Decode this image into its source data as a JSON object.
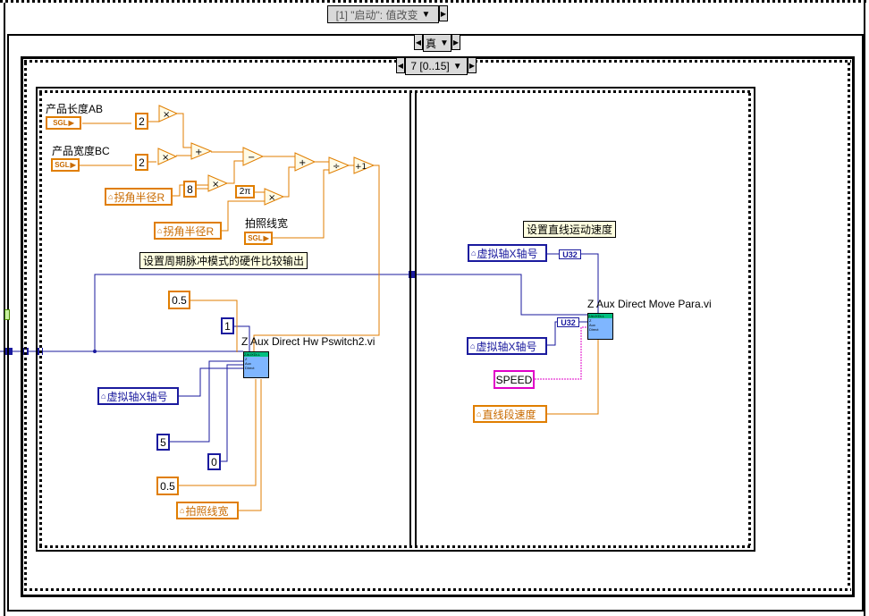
{
  "event_structure": {
    "selector_label": "[1] \"启动\": 值改变"
  },
  "case_structure": {
    "selector_label": "真"
  },
  "sequence": {
    "selector_label": "7 [0..15]"
  },
  "left_frame": {
    "control_length": {
      "label": "产品长度AB",
      "type": "SGL"
    },
    "control_width": {
      "label": "产品宽度BC",
      "type": "SGL"
    },
    "control_photo_width": {
      "label": "拍照线宽",
      "type": "SGL"
    },
    "const_2a": "2",
    "const_2b": "2",
    "const_8": "8",
    "const_2pi": "2π",
    "local_var_radius1": "拐角半径R",
    "local_var_radius2": "拐角半径R",
    "ops": {
      "mul": "×",
      "add": "+",
      "sub": "−",
      "div": "÷",
      "inc": "+1"
    },
    "comment": "设置周期脉冲模式的硬件比较输出",
    "subvi": {
      "label": "Z Aux Direct Hw Pswitch2.vi",
      "icon_line1": "ZAUXDLL",
      "icon_line2": "Z",
      "icon_line3": "Aux",
      "icon_line4": "Direct"
    },
    "const_05a": "0.5",
    "const_1": "1",
    "const_5": "5",
    "const_0": "0",
    "const_05b": "0.5",
    "local_var_axis": "虚拟轴X轴号",
    "local_var_photo_width": "拍照线宽"
  },
  "right_frame": {
    "comment": "设置直线运动速度",
    "subvi": {
      "label": "Z Aux Direct Move Para.vi",
      "icon_line1": "ZAUXDLL",
      "icon_line2": "Z",
      "icon_line3": "Aux",
      "icon_line4": "Direct"
    },
    "local_var_axis1": "虚拟轴X轴号",
    "local_var_axis2": "虚拟轴X轴号",
    "type_u32a": "U32",
    "type_u32b": "U32",
    "const_speed": "SPEED",
    "local_var_speed": "直线段速度"
  },
  "colors": {
    "wire_blue": "#1a1a9e",
    "wire_orange": "#e07e00",
    "wire_pink": "#e000c8"
  }
}
